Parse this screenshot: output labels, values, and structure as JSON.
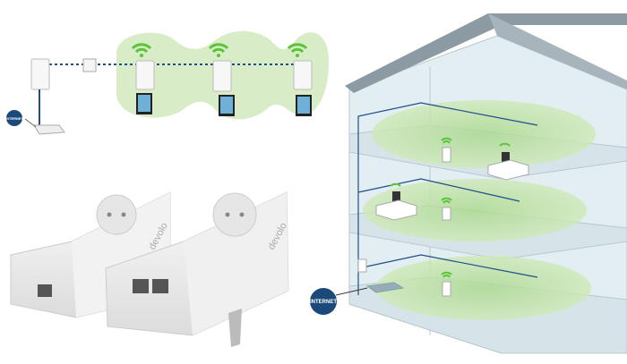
{
  "network_diagram": {
    "internet_label": "INTERNET",
    "repeater_count": 3
  },
  "house_diagram": {
    "internet_label": "INTERNET",
    "floors": 3
  },
  "product": {
    "brand_logo": "devolo"
  },
  "colors": {
    "wifi_green": "#5cc33a",
    "coverage_green": "#cfe9b8",
    "line_blue": "#1f4e8c",
    "internet_badge": "#1b4a7a",
    "house_wall": "#e3eef2",
    "roof": "#8c9aa3"
  },
  "icons": [
    "wifi-icon",
    "powerline-adapter-icon",
    "wall-socket-icon",
    "tablet-icon",
    "router-icon"
  ]
}
